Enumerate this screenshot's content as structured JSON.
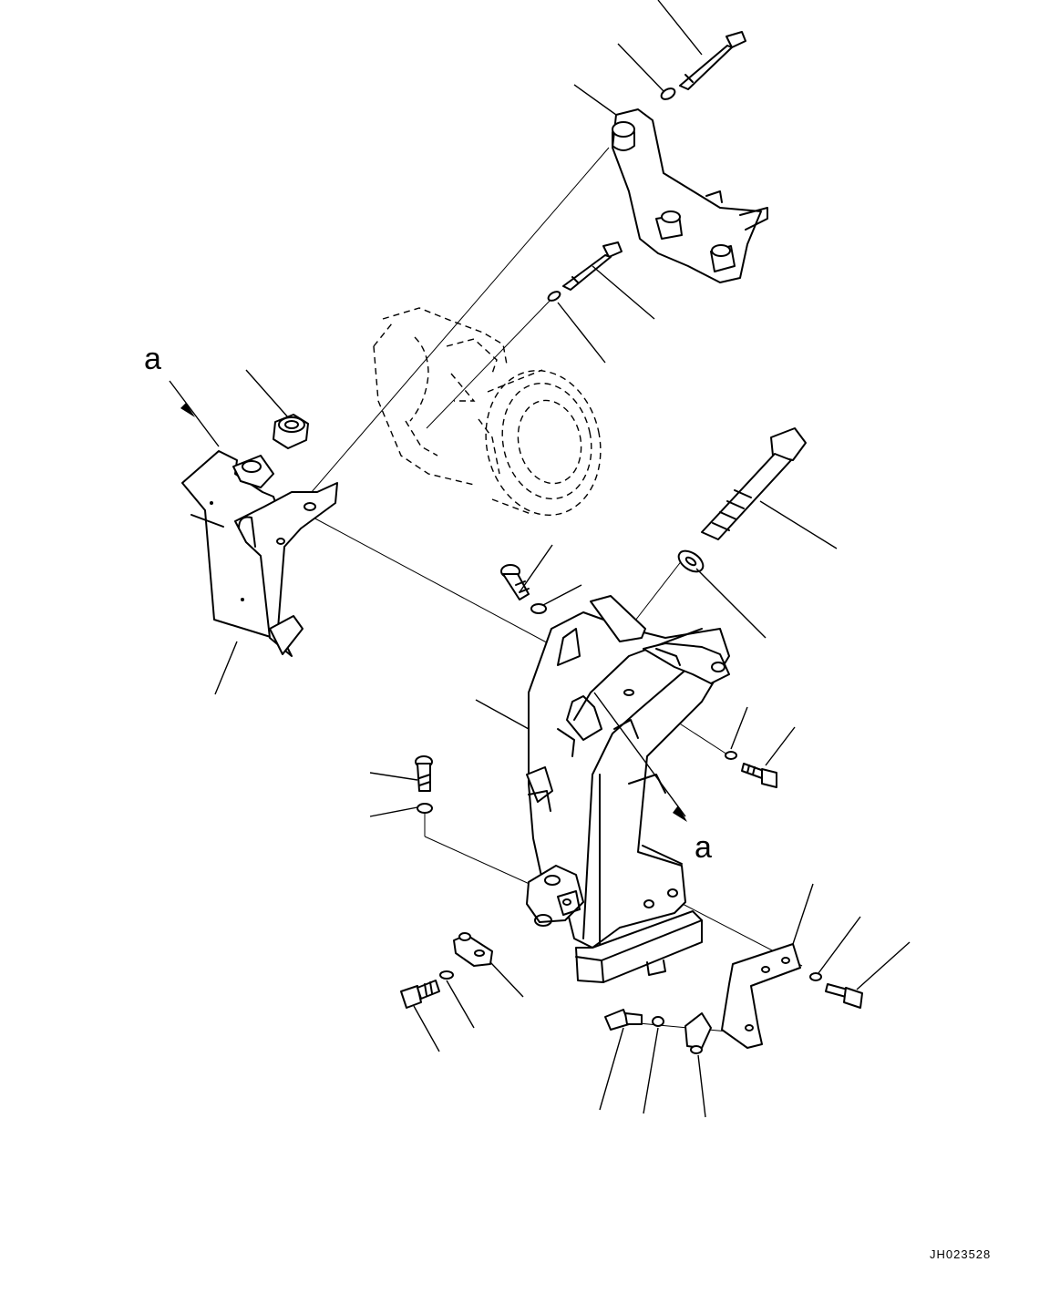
{
  "diagram": {
    "view_marker_top": "a",
    "view_marker_bottom": "a",
    "drawing_code": "JH023528"
  }
}
